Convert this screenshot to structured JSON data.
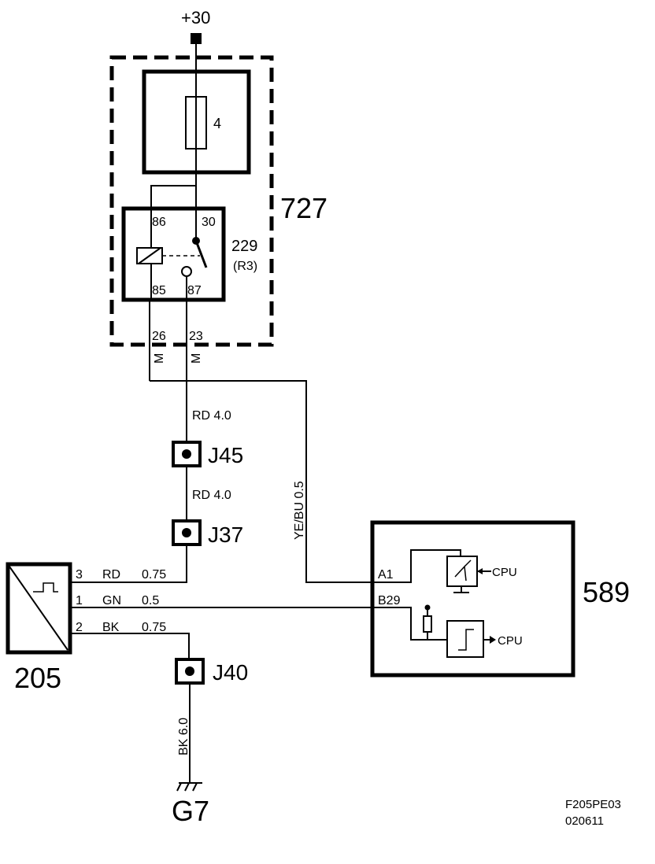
{
  "supply": {
    "label": "+30"
  },
  "fusebox": {
    "id": "727",
    "fuse_label": "4"
  },
  "relay": {
    "id": "229",
    "sub": "(R3)",
    "pins": {
      "p86": "86",
      "p30": "30",
      "p85": "85",
      "p87": "87"
    }
  },
  "connector_pins": {
    "left": "26",
    "right": "23",
    "left_m": "M",
    "right_m": "M"
  },
  "wires": {
    "rd40_a": "RD  4.0",
    "rd40_b": "RD  4.0",
    "yebu": "YE/BU   0.5",
    "bk60": "BK  6.0",
    "w3_num": "3",
    "w3_color": "RD",
    "w3_size": "0.75",
    "w1_num": "1",
    "w1_color": "GN",
    "w1_size": "0.5",
    "w2_num": "2",
    "w2_color": "BK",
    "w2_size": "0.75"
  },
  "junctions": {
    "j45": "J45",
    "j37": "J37",
    "j40": "J40"
  },
  "sensor": {
    "id": "205"
  },
  "ecu": {
    "id": "589",
    "pin_a1": "A1",
    "pin_b29": "B29",
    "cpu1": "CPU",
    "cpu2": "CPU"
  },
  "ground": {
    "id": "G7"
  },
  "footer": {
    "code": "F205PE03",
    "date": "020611"
  }
}
